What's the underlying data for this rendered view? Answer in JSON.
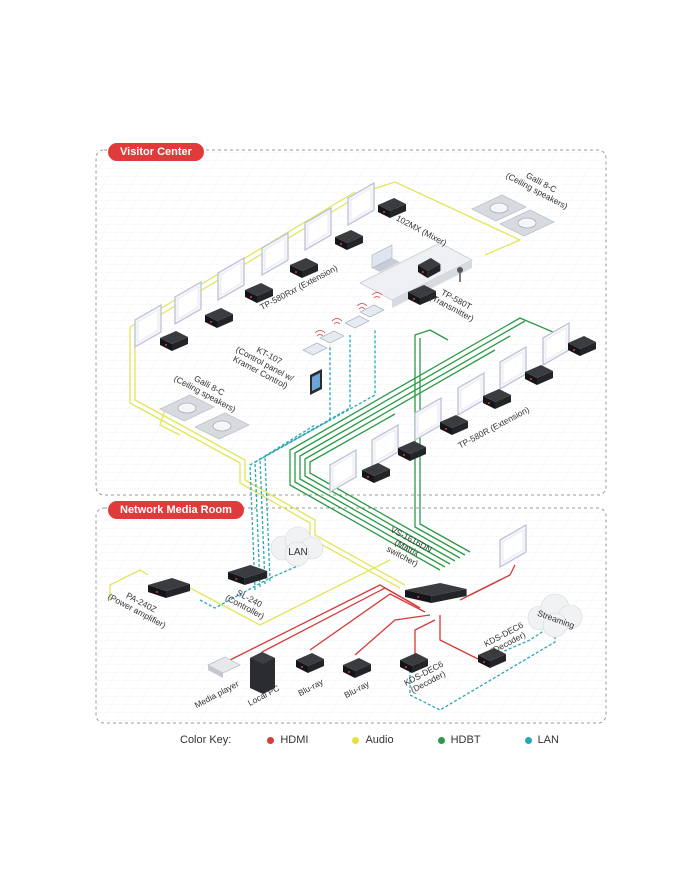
{
  "zones": {
    "visitor_center": "Visitor Center",
    "network_media_room": "Network Media Room"
  },
  "labels": {
    "galli_top": [
      "Galli 8-C",
      "(Ceiling speakers)"
    ],
    "mixer": [
      "102MX (Mixer)"
    ],
    "tp580rxr": [
      "TP-580Rxr (Extension)"
    ],
    "tp580t": [
      "TP-580T",
      "(Transmitter)"
    ],
    "kt107": [
      "KT-107",
      "(Control panel w/",
      "Kramer Control)"
    ],
    "galli_left": [
      "Galli 8-C",
      "(Ceiling speakers)"
    ],
    "tp580r": [
      "TP-580R (Extension)"
    ],
    "lan": [
      "LAN"
    ],
    "vs1616dn": [
      "VS-1616DN",
      "(Matrix",
      "switcher)"
    ],
    "pa240z": [
      "PA-240Z",
      "(Power amplifier)"
    ],
    "sl240": [
      "SL-240",
      "(Controller)"
    ],
    "streaming": [
      "Streaming"
    ],
    "kds_dec6_right": [
      "KDS-DEC6",
      "(Decoder)"
    ],
    "kds_dec6_left": [
      "KDS-DEC6",
      "(Decoder)"
    ],
    "media_player": [
      "Media player"
    ],
    "local_pc": [
      "Local PC"
    ],
    "bluray_1": [
      "Blu-ray"
    ],
    "bluray_2": [
      "Blu-ray"
    ]
  },
  "color_key": {
    "title": "Color Key:",
    "items": [
      {
        "label": "HDMI",
        "color": "#d63a3a"
      },
      {
        "label": "Audio",
        "color": "#e6e23a"
      },
      {
        "label": "HDBT",
        "color": "#2c9a48"
      },
      {
        "label": "LAN",
        "color": "#2aa7b4"
      }
    ]
  },
  "colors": {
    "hdmi": "#d63a3a",
    "audio": "#e1e65a",
    "hdbt": "#2c9a48",
    "lan": "#2aa7b4",
    "zone_red": "#e03a3a",
    "device": "#1e1f22",
    "screen_border": "#b9bfd0"
  }
}
